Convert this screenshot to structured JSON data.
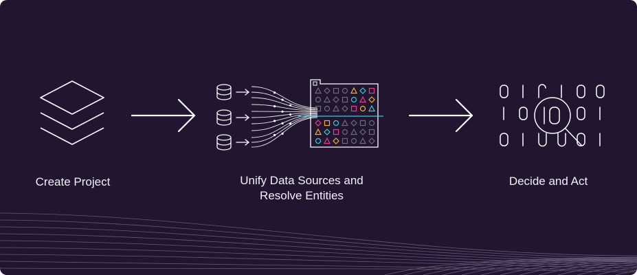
{
  "steps": [
    {
      "label": "Create Project",
      "icon": "layers-stack-icon"
    },
    {
      "label_line1": "Unify Data Sources and",
      "label_line2": "Resolve Entities",
      "icon": "data-unify-icon"
    },
    {
      "label": "Decide and Act",
      "icon": "binary-magnifier-icon"
    }
  ],
  "colors": {
    "background": "#211530",
    "stroke": "#ffffff",
    "pink": "#e3418f",
    "yellow": "#f0b13b",
    "cyan": "#3ec9d6",
    "grey": "#6f6a7c"
  }
}
